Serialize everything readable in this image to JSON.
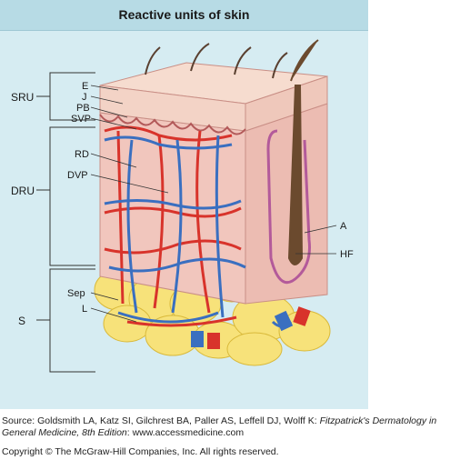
{
  "title": "Reactive units of skin",
  "region_labels": {
    "sru": "SRU",
    "dru": "DRU",
    "s": "S"
  },
  "structure_labels": {
    "e": "E",
    "j": "J",
    "pb": "PB",
    "svp": "SVP",
    "rd": "RD",
    "dvp": "DVP",
    "sep": "Sep",
    "l": "L",
    "a": "A",
    "hf": "HF"
  },
  "source": {
    "prefix": "Source: Goldsmith LA, Katz SI, Gilchrest BA, Paller AS, Leffell DJ, Wolff K: ",
    "book": "Fitzpatrick's Dermatology in General Medicine, 8th Edition",
    "suffix": ": www.accessmedicine.com"
  },
  "copyright": "Copyright © The McGraw-Hill Companies, Inc. All rights reserved.",
  "colors": {
    "panel": "#d6ecf2",
    "epidermis": "#f3d3c6",
    "dermis": "#f1c6bd",
    "fat": "#f7e27a",
    "artery": "#d8332b",
    "vein": "#3a6fc0",
    "hair": "#6b4a2e"
  }
}
